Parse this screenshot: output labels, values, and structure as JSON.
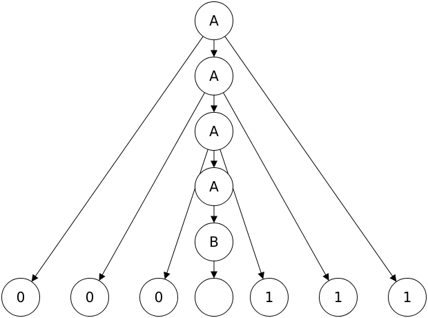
{
  "nodes": [
    {
      "id": "n1",
      "label": "A"
    },
    {
      "id": "n2",
      "label": "A"
    },
    {
      "id": "n3",
      "label": "A"
    },
    {
      "id": "n4",
      "label": "A"
    },
    {
      "id": "n5",
      "label": "B"
    },
    {
      "id": "l1",
      "label": "0"
    },
    {
      "id": "l2",
      "label": "0"
    },
    {
      "id": "l3",
      "label": "0"
    },
    {
      "id": "l4",
      "label": ""
    },
    {
      "id": "l5",
      "label": "1"
    },
    {
      "id": "l6",
      "label": "1"
    },
    {
      "id": "l7",
      "label": "1"
    }
  ],
  "edges": [
    {
      "from": "n1",
      "to": "n2"
    },
    {
      "from": "n2",
      "to": "n3"
    },
    {
      "from": "n3",
      "to": "n4"
    },
    {
      "from": "n4",
      "to": "n5"
    },
    {
      "from": "n5",
      "to": "l4"
    },
    {
      "from": "n1",
      "to": "l1"
    },
    {
      "from": "n1",
      "to": "l7"
    },
    {
      "from": "n2",
      "to": "l2"
    },
    {
      "from": "n2",
      "to": "l6"
    },
    {
      "from": "n3",
      "to": "l3"
    },
    {
      "from": "n3",
      "to": "l5"
    }
  ],
  "colors": {
    "stroke": "#000000",
    "fill": "#ffffff"
  }
}
